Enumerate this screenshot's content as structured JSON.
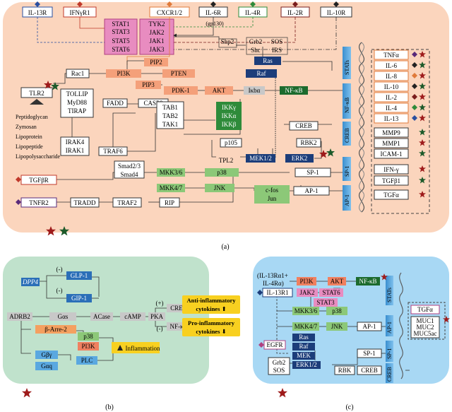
{
  "panel_a": {
    "caption": "(a)",
    "receptors": {
      "il13r": "IL-13R",
      "ifngr1": "IFNγR1",
      "cxcr12": "CXCR1/2",
      "il6r": "IL-6R",
      "il4r": "IL-4R",
      "il2r": "IL-2R",
      "il10r": "IL-10R",
      "gp130": "(gp130)"
    },
    "stat_labels": [
      "STAT1",
      "STAT3",
      "STAT5",
      "STAT6"
    ],
    "jak_labels": [
      "TYK2",
      "JAK2",
      "JAK1",
      "JAK3"
    ],
    "nodes": {
      "shp2": "Shp2",
      "grb2": "Grb2",
      "shc": "Shc",
      "sos": "SOS",
      "irs": "IRS",
      "ras": "Ras",
      "raf": "Raf",
      "rac1": "Rac1",
      "pi3k": "PI3K",
      "pip2": "PIP2",
      "pip3": "PIP3",
      "pten": "PTEN",
      "pdk1": "PDK-1",
      "akt": "AKT",
      "ikba": "Iκbα",
      "nfkb": "NF-κB",
      "tlr2": "TLR2",
      "tollip": "TOLLIP",
      "myd88": "MyD88",
      "tirap": "TIRAP",
      "fadd": "FADD",
      "casp8": "CASP8",
      "irak4": "IRAK4",
      "irak1": "IRAK1",
      "traf6": "TRAF6",
      "tab1": "TAB1",
      "tab2": "TAB2",
      "tak1": "TAK1",
      "ikkg": "IKKγ",
      "ikka": "IKKα",
      "ikkb": "IKKβ",
      "p105": "p105",
      "tpl2": "TPL2",
      "mek12": "MEK1/2",
      "erk2": "ERK2",
      "creb": "CREB",
      "rbk2": "RBK2",
      "sp1": "SP-1",
      "ap1": "AP-1",
      "mkk36": "MKK3/6",
      "mkk47": "MKK4/7",
      "p38": "p38",
      "jnk": "JNK",
      "cfos": "c-fos",
      "jun": "Jun",
      "tgfbr": "TGFβR",
      "smad23": "Smad2/3",
      "smad4": "Smad4",
      "tnfr2": "TNFR2",
      "tradd": "TRADD",
      "traf2": "TRAF2",
      "rip": "RIP"
    },
    "ligands": [
      "Peptidoglycan",
      "Zymosan",
      "Lipoprotein",
      "Lipopeptide",
      "Lipopolysaccharide"
    ],
    "tf_labels": [
      "STATs",
      "NF-κB",
      "CREB",
      "SP-1",
      "AP-1"
    ],
    "outputs": [
      "TNFα",
      "IL-6",
      "IL-8",
      "IL-10",
      "IL-2",
      "IL-4",
      "IL-13",
      "MMP9",
      "MMP1",
      "ICAM-1",
      "IFN-γ",
      "TGFβ1",
      "TGFα"
    ]
  },
  "panel_b": {
    "caption": "(b)",
    "nodes": {
      "dpp4": "DPP4",
      "glp1": "GLP-1",
      "gip1": "GIP-1",
      "gas": "Gαs",
      "acase": "ACase",
      "camp": "cAMP",
      "pka": "PKA",
      "creb": "CREB",
      "nfkb": "NF-κB",
      "adrb2": "ADRB2",
      "barr2": "β-Arre-2",
      "p38": "p38",
      "pi3k": "PI3K",
      "gbg": "Gβγ",
      "gaq": "Gαq",
      "plc": "PLC",
      "inflammation": "Inflammation",
      "minus1": "(-)",
      "minus2": "(-)",
      "plus": "(+)",
      "minus3": "(-)"
    },
    "anti_title": "Anti-inflammatory",
    "anti_sub": "cytokines",
    "pro_title": "Pro-inflammatory",
    "pro_sub": "cytokines"
  },
  "panel_c": {
    "caption": "(c)",
    "nodes": {
      "il13ra": "(IL-13Rα1+",
      "il4ra": "IL-4Rα)",
      "il13r1": "IL-13R1",
      "pi3k": "PI3K",
      "akt": "AKT",
      "nfkb": "NF-κB",
      "jak2": "JAK2",
      "stat6": "STAT6",
      "stat3": "STAT3",
      "mkk36": "MKK3/6",
      "p38": "p38",
      "mkk47": "MKK4/7",
      "jnk": "JNK",
      "ap1": "AP-1",
      "egfr": "EGFR",
      "ras": "Ras",
      "raf": "Raf",
      "mek": "MEK",
      "erk12": "ERK1/2",
      "grb2": "Grb2",
      "sos": "SOS",
      "sp1": "SP-1",
      "rbk": "RBK",
      "creb": "CREB"
    },
    "tf_labels": [
      "STATs",
      "AP-1",
      "SP-1",
      "CREB"
    ],
    "outputs": [
      "TGFα",
      "MUC1",
      "MUC2",
      "MUC5ac"
    ]
  },
  "colors": {
    "panel_a_bg": "#fbd5bd",
    "panel_b_bg": "#c0e2cc",
    "panel_c_bg": "#a8d8f4",
    "orange_node": "#f4a07a",
    "salmon_node": "#f08060",
    "pink_node": "#e88cc0",
    "dark_navy": "#1c3d7a",
    "dark_green": "#1c6b2e",
    "green_node": "#8cc878",
    "blue_node": "#5aa8e0",
    "gray_node": "#c8c8c8",
    "yellow_box": "#f8d020",
    "star_red": "#9e1b1b",
    "star_green": "#1c5a2a"
  }
}
